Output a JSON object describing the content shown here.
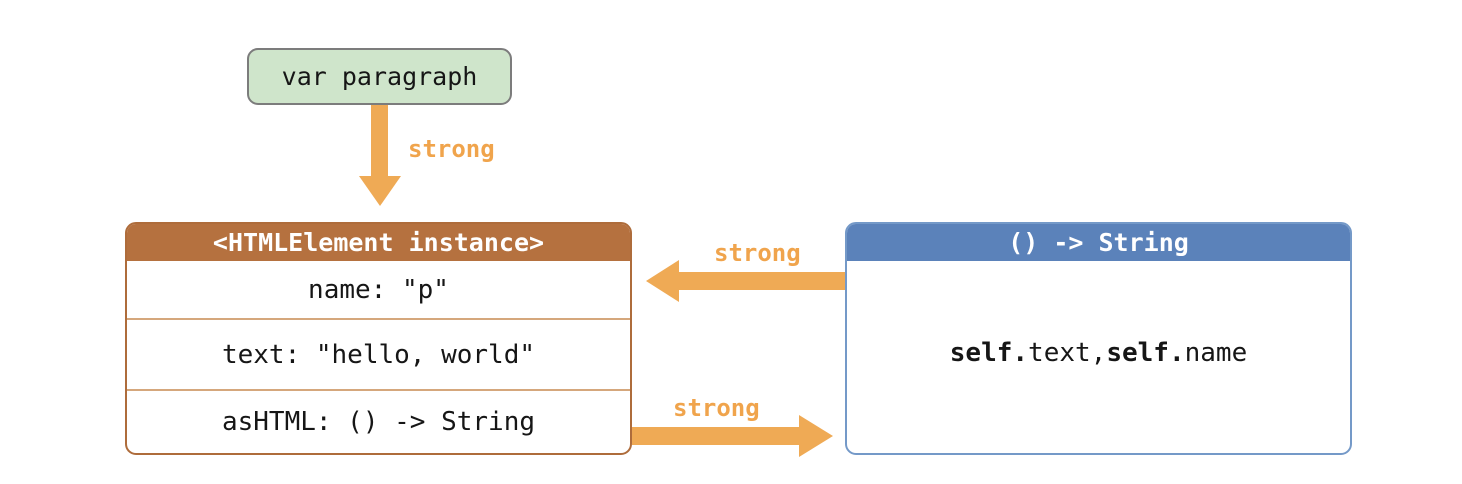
{
  "diagram": {
    "variable_box": {
      "label": "var paragraph"
    },
    "instance_box": {
      "title": "<HTMLElement instance>",
      "rows": [
        "name: \"p\"",
        "text: \"hello, world\"",
        "asHTML: () -> String"
      ]
    },
    "closure_box": {
      "title": "() -> String",
      "body_segments": [
        {
          "text": "self.",
          "bold": true
        },
        {
          "text": "text, ",
          "bold": false
        },
        {
          "text": "self.",
          "bold": true
        },
        {
          "text": "name",
          "bold": false
        }
      ]
    },
    "arrows": {
      "down_label": "strong",
      "left_label": "strong",
      "right_label": "strong"
    },
    "colors": {
      "arrow_orange": "#efaa55",
      "label_orange": "#f0a44c",
      "instance_header_brown": "#b5713f",
      "instance_border_brown": "#ae6c3b",
      "instance_separator_tan": "#d5a77c",
      "closure_header_blue": "#5b82ba",
      "closure_border_blue": "#7499c8",
      "variable_fill_green": "#cfe5cb",
      "variable_border_gray": "#7c7c7c"
    }
  }
}
